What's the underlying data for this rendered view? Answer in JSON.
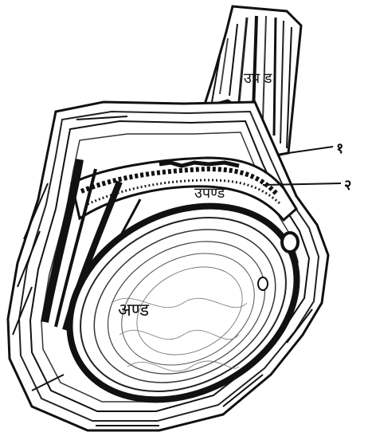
{
  "figure": {
    "labels": {
      "upper_cord": "उप ड",
      "epididymis": "उपण्ड",
      "testis": "अण्ड",
      "pointer_1": "१",
      "pointer_2": "२"
    }
  },
  "colors": {
    "ink": "#111111",
    "paper": "#ffffff"
  }
}
